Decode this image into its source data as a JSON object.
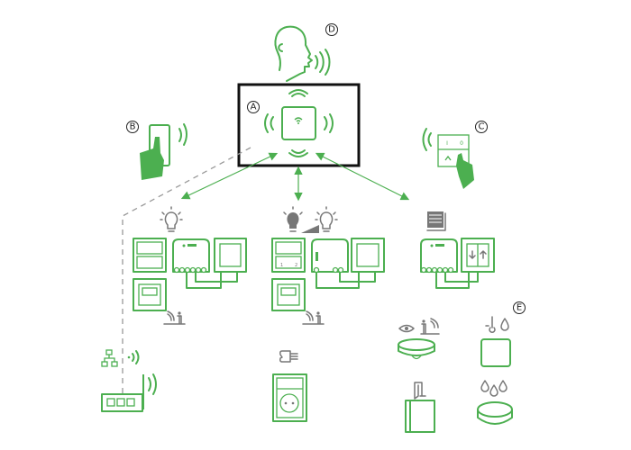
{
  "diagram": {
    "labels": {
      "hub": "A",
      "smartphone": "B",
      "wireless_switch": "C",
      "voice_control": "D",
      "sensors": "E"
    },
    "switch_marks": {
      "on": "I",
      "off": "0",
      "ch1": "1",
      "ch2": "2"
    },
    "colors": {
      "accent": "#4caf50",
      "icon_gray": "#777777",
      "frame": "#111111"
    }
  }
}
